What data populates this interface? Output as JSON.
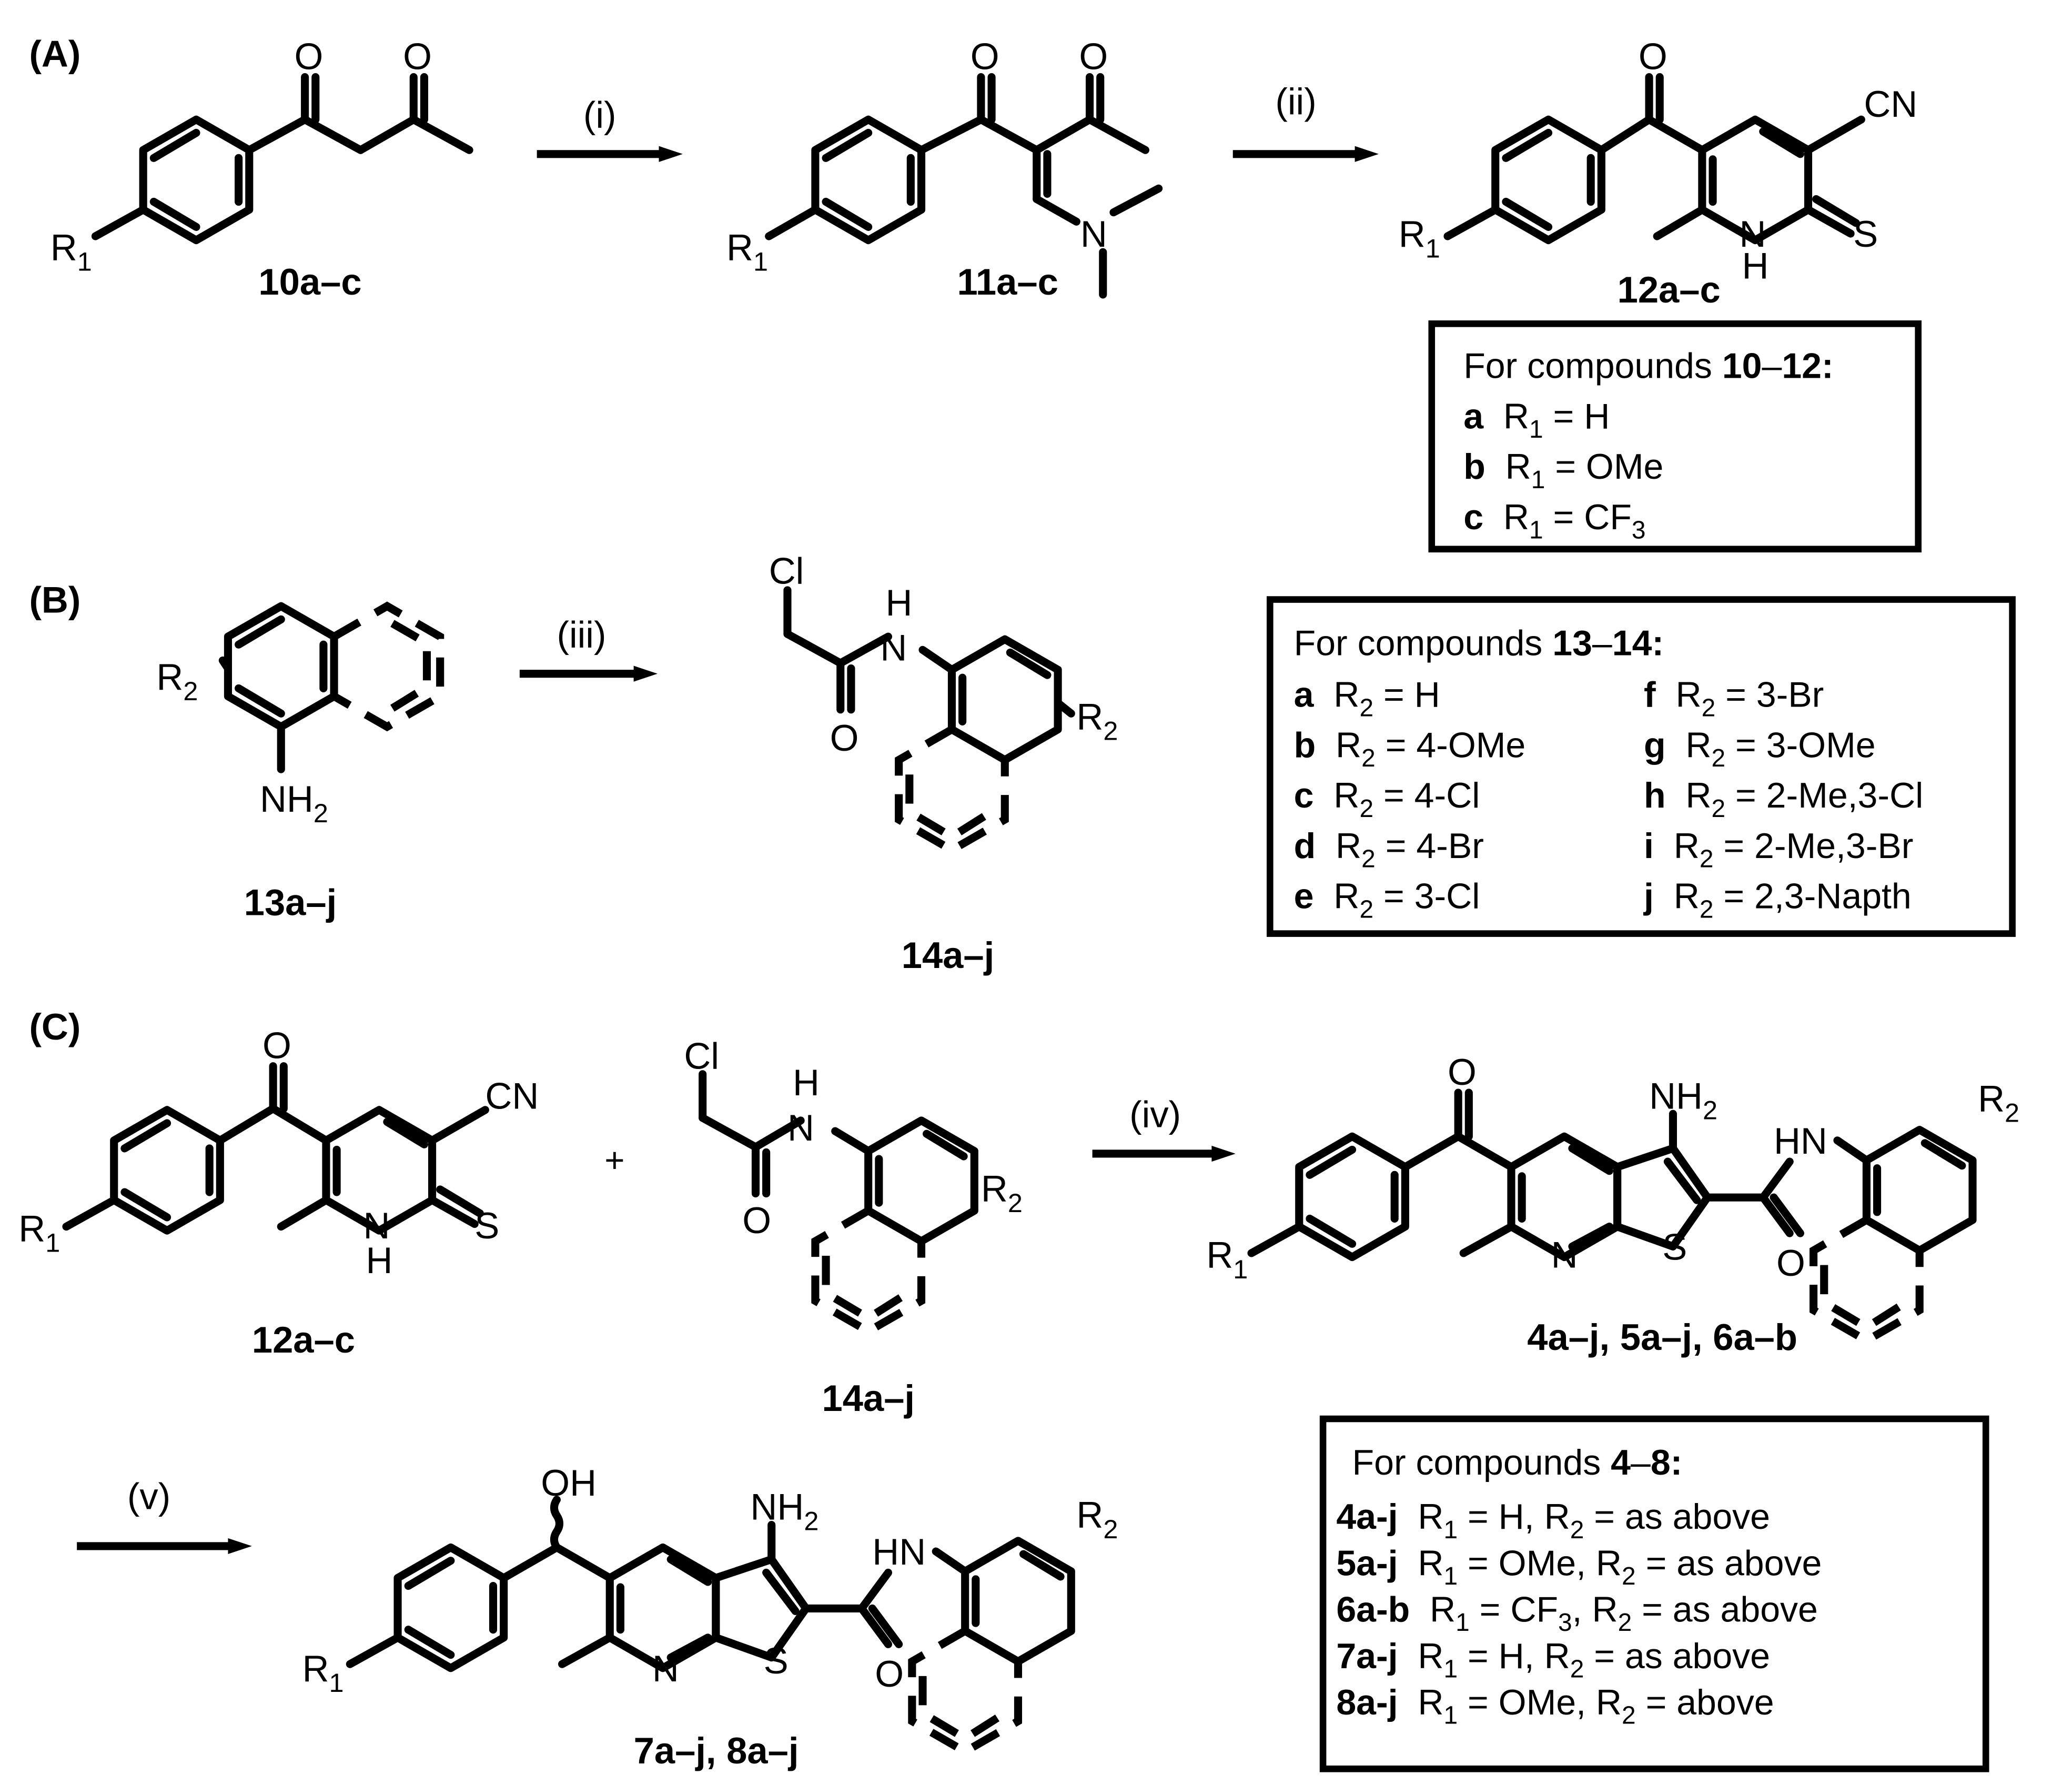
{
  "panels": {
    "a": "(A)",
    "b": "(B)",
    "c": "(C)"
  },
  "steps": {
    "i": "(i)",
    "ii": "(ii)",
    "iii": "(iii)",
    "iv": "(iv)",
    "v": "(v)"
  },
  "compounds": {
    "c10": "10a–c",
    "c11": "11a–c",
    "c12": "12a–c",
    "c13": "13a–j",
    "c14": "14a–j",
    "c12c": "12a–c",
    "c14c": "14a–j",
    "c456": "4a–j, 5a–j, 6a–b",
    "c78": "7a–j, 8a–j"
  },
  "plus": "+",
  "atoms": {
    "O": "O",
    "N": "N",
    "S": "S",
    "H": "H",
    "HN": "HN",
    "NH": "NH",
    "CN": "CN",
    "Cl": "Cl",
    "OH": "OH",
    "R": "R",
    "sub1": "1",
    "sub2": "2",
    "NH2": "NH",
    "NH2sub": "2"
  },
  "box1": {
    "title_prefix": "For compounds ",
    "title_bold": "10",
    "title_dash": "–",
    "title_bold2": "12",
    "title_colon": ":",
    "rows": [
      {
        "key": "a",
        "r": "R",
        "sub": "1",
        "val": " = H"
      },
      {
        "key": "b",
        "r": "R",
        "sub": "1",
        "val": " = OMe"
      },
      {
        "key": "c",
        "r": "R",
        "sub": "1",
        "val": " = CF",
        "tail_sub": "3"
      }
    ]
  },
  "box2": {
    "title_prefix": "For compounds ",
    "title_bold": "13",
    "title_dash": "–",
    "title_bold2": "14",
    "title_colon": ":",
    "left": [
      {
        "key": "a",
        "r": "R",
        "sub": "2",
        "val": " = H"
      },
      {
        "key": "b",
        "r": "R",
        "sub": "2",
        "val": " = 4-OMe"
      },
      {
        "key": "c",
        "r": "R",
        "sub": "2",
        "val": " = 4-Cl"
      },
      {
        "key": "d",
        "r": "R",
        "sub": "2",
        "val": " = 4-Br"
      },
      {
        "key": "e",
        "r": "R",
        "sub": "2",
        "val": " = 3-Cl"
      }
    ],
    "right": [
      {
        "key": "f",
        "r": "R",
        "sub": "2",
        "val": " = 3-Br"
      },
      {
        "key": "g",
        "r": "R",
        "sub": "2",
        "val": " = 3-OMe"
      },
      {
        "key": "h",
        "r": "R",
        "sub": "2",
        "val": " = 2-Me,3-Cl"
      },
      {
        "key": "i",
        "r": "R",
        "sub": "2",
        "val": " = 2-Me,3-Br"
      },
      {
        "key": "j",
        "r": "R",
        "sub": "2",
        "val": " = 2,3-Napth"
      }
    ]
  },
  "box3": {
    "title_prefix": "For compounds ",
    "title_bold": "4",
    "title_dash": "–",
    "title_bold2": "8",
    "title_colon": ":",
    "rows": [
      {
        "key": "4a-j",
        "r": "R",
        "sub": "1",
        "mid": " = H, ",
        "r2": "R",
        "sub2": "2",
        "val": " = as above"
      },
      {
        "key": "5a-j",
        "r": "R",
        "sub": "1",
        "mid": " = OMe, ",
        "r2": "R",
        "sub2": "2",
        "val": " = as above"
      },
      {
        "key": "6a-b",
        "r": "R",
        "sub": "1",
        "mid": " = CF",
        "mid_sub": "3",
        "mid2": ", ",
        "r2": "R",
        "sub2": "2",
        "val": " = as above"
      },
      {
        "key": "7a-j",
        "r": "R",
        "sub": "1",
        "mid": " = H, ",
        "r2": "R",
        "sub2": "2",
        "val": " = as above"
      },
      {
        "key": "8a-j",
        "r": "R",
        "sub": "1",
        "mid": " = OMe, ",
        "r2": "R",
        "sub2": "2",
        "val": " = above"
      }
    ]
  }
}
